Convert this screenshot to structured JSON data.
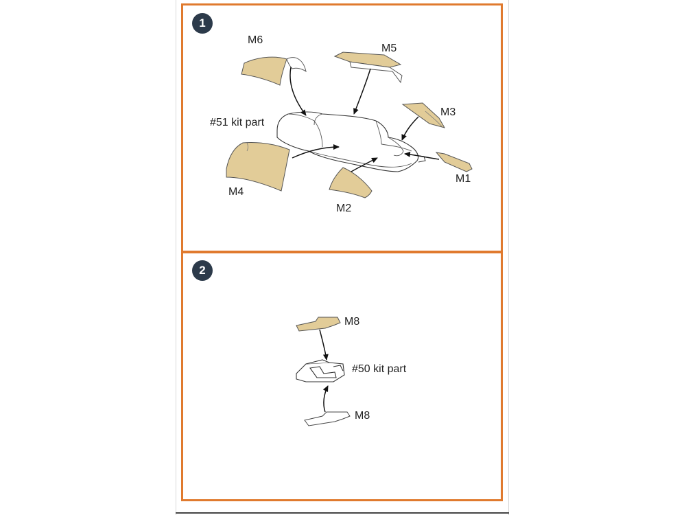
{
  "steps": [
    {
      "number": "1",
      "kit_part_label": "#51 kit part",
      "masks": [
        "M6",
        "M5",
        "M3",
        "M1",
        "M2",
        "M4"
      ]
    },
    {
      "number": "2",
      "kit_part_label": "#50 kit part",
      "masks": [
        "M8",
        "M8"
      ]
    }
  ],
  "colors": {
    "mask_fill": "#e2cc98",
    "frame": "#e07a2e",
    "badge": "#2c3a4a"
  }
}
